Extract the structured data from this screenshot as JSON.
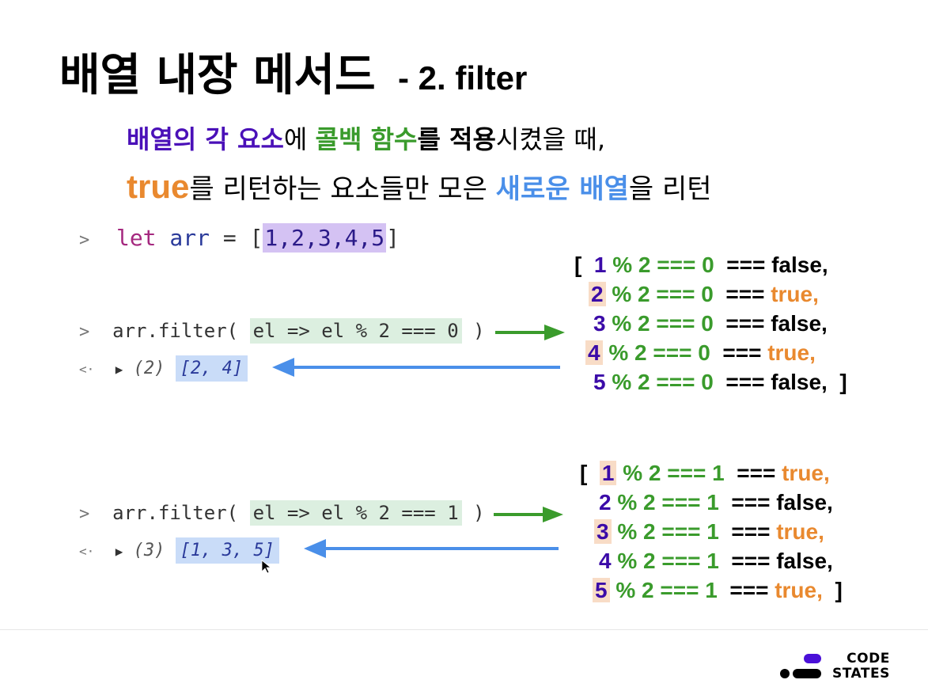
{
  "title": {
    "main": "배열 내장 메서드",
    "sub": "- 2. filter"
  },
  "description": {
    "line1": [
      {
        "text": "배열의 각 요소",
        "style": "purple"
      },
      {
        "text": "에 ",
        "style": "plain"
      },
      {
        "text": "콜백 함수",
        "style": "green"
      },
      {
        "text": "를 적용",
        "style": "bold"
      },
      {
        "text": "시켰을 때,",
        "style": "plain"
      }
    ],
    "line2": [
      {
        "text": "true",
        "style": "orange"
      },
      {
        "text": "를 리턴하는 요소들만 모은 ",
        "style": "plain"
      },
      {
        "text": "새로운 배열",
        "style": "blue"
      },
      {
        "text": "을 리턴",
        "style": "plain"
      }
    ]
  },
  "console": {
    "prompt": ">",
    "return_prompt": "<·",
    "let_line": {
      "keyword": "let",
      "var": "arr",
      "eq": "=",
      "open": "[",
      "values": "1,2,3,4,5",
      "close": "]"
    },
    "filter1": {
      "call": "arr.filter(",
      "fn": "el => el % 2 === 0",
      "close": ")",
      "result_count": "(2)",
      "result": "[2, 4]"
    },
    "filter2": {
      "call": "arr.filter(",
      "fn": "el => el % 2 === 1",
      "close": ")",
      "result_count": "(3)",
      "result": "[1, 3, 5]"
    }
  },
  "eval1": {
    "open": "[",
    "close": "]",
    "rows": [
      {
        "n": "1",
        "expr": "% 2 === 0",
        "op": "===",
        "result": "false,",
        "is_true": false
      },
      {
        "n": "2",
        "expr": "% 2 === 0",
        "op": "===",
        "result": "true,",
        "is_true": true
      },
      {
        "n": "3",
        "expr": "% 2 === 0",
        "op": "===",
        "result": "false,",
        "is_true": false
      },
      {
        "n": "4",
        "expr": "% 2 === 0",
        "op": "===",
        "result": "true,",
        "is_true": true
      },
      {
        "n": "5",
        "expr": "% 2 === 0",
        "op": "===",
        "result": "false,",
        "is_true": false
      }
    ]
  },
  "eval2": {
    "open": "[",
    "close": "]",
    "rows": [
      {
        "n": "1",
        "expr": "% 2 === 1",
        "op": "===",
        "result": "true,",
        "is_true": true
      },
      {
        "n": "2",
        "expr": "% 2 === 1",
        "op": "===",
        "result": "false,",
        "is_true": false
      },
      {
        "n": "3",
        "expr": "% 2 === 1",
        "op": "===",
        "result": "true,",
        "is_true": true
      },
      {
        "n": "4",
        "expr": "% 2 === 1",
        "op": "===",
        "result": "false,",
        "is_true": false
      },
      {
        "n": "5",
        "expr": "% 2 === 1",
        "op": "===",
        "result": "true,",
        "is_true": true
      }
    ]
  },
  "colors": {
    "green_arrow": "#3a9b2c",
    "blue_arrow": "#4a8fe9",
    "logo_purple": "#4a10d8"
  },
  "logo": {
    "line1": "CODE",
    "line2": "STATES"
  }
}
